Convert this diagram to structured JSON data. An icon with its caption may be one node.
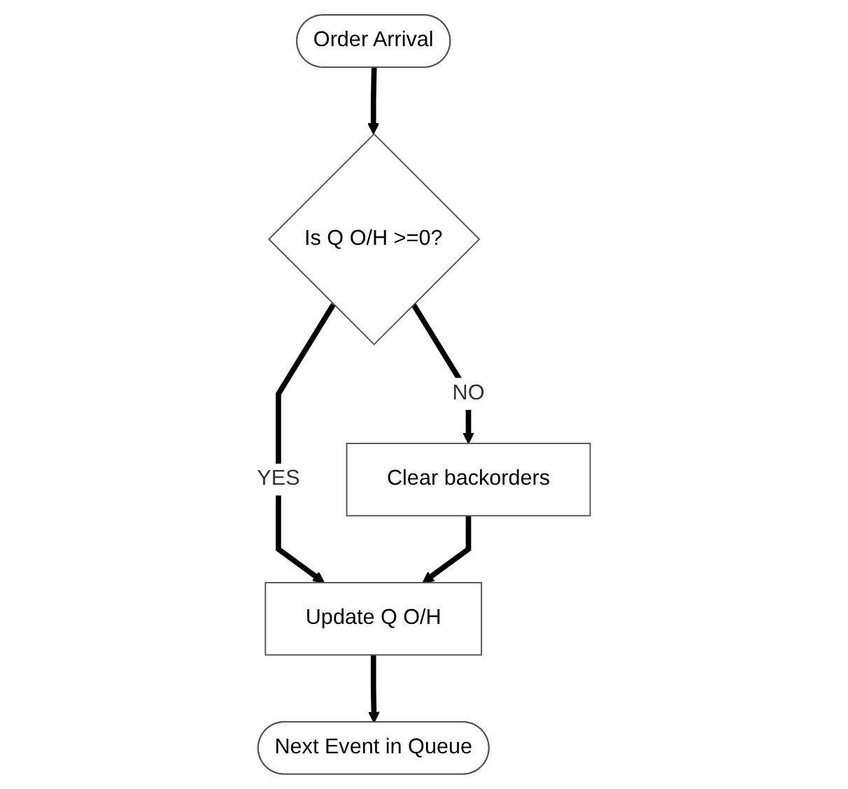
{
  "diagram": {
    "nodes": [
      {
        "text": [
          "Order Arrival"
        ]
      },
      {
        "text": [
          "Is Q O/H >=0?"
        ]
      },
      {
        "text": [
          "Clear backorders"
        ]
      },
      {
        "text": [
          "Update Q O/H"
        ]
      },
      {
        "text": [
          "Next Event in Queue"
        ]
      }
    ],
    "edges": [
      {
        "from": 0,
        "to": 1,
        "arrow": "to"
      },
      {
        "from": 1,
        "to": 2,
        "label": "NO",
        "arrow": "to"
      },
      {
        "from": 1,
        "to": 3,
        "label": "YES",
        "arrow": "to"
      },
      {
        "from": 2,
        "to": 3,
        "arrow": "to"
      },
      {
        "from": 3,
        "to": 4,
        "arrow": "to"
      }
    ]
  }
}
